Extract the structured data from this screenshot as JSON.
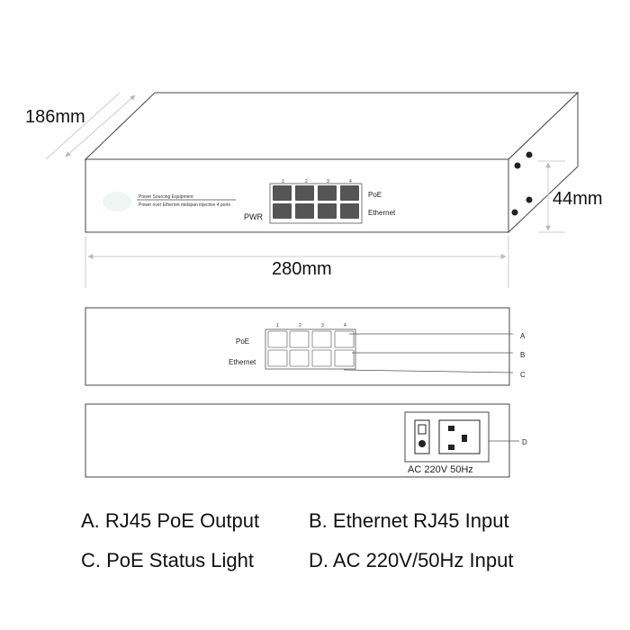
{
  "dimensions": {
    "depth": "186mm",
    "height": "44mm",
    "width": "280mm"
  },
  "device": {
    "brand_line1": "Power Sourcing Equipment",
    "brand_line2": "Power over Ethernet midspan injective 4 ports",
    "pwr": "PWR",
    "poe": "PoE",
    "ethernet": "Ethernet",
    "ports": [
      "1",
      "2",
      "3",
      "4"
    ]
  },
  "front_panel": {
    "poe": "PoE",
    "ethernet": "Ethernet",
    "ports": [
      "1",
      "2",
      "3",
      "4"
    ],
    "callouts": [
      "A",
      "B",
      "C"
    ]
  },
  "rear_panel": {
    "power_label": "AC  220V  50Hz",
    "callout": "D"
  },
  "legend": {
    "a": "A. RJ45 PoE Output",
    "b": "B. Ethernet RJ45 Input",
    "c": "C. PoE Status Light",
    "d": "D. AC 220V/50Hz Input"
  }
}
